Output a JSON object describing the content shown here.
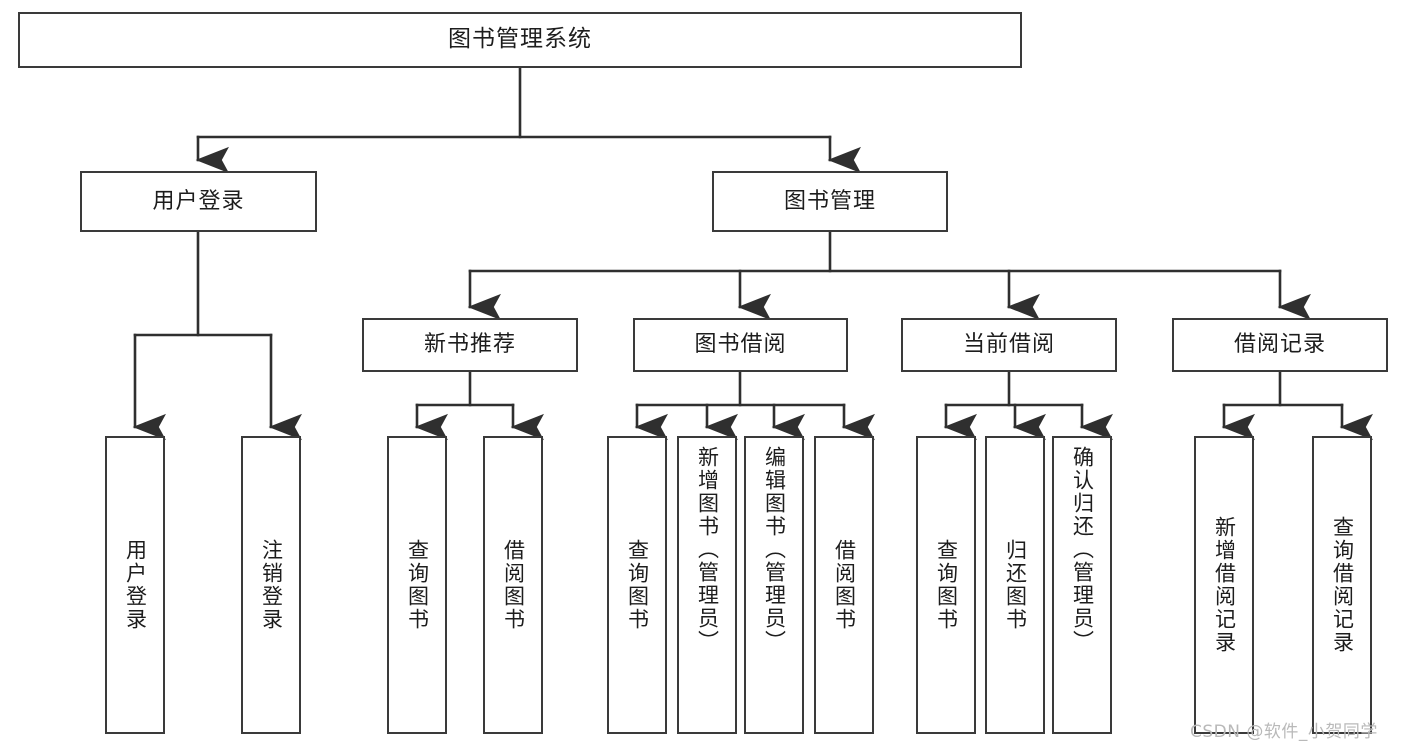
{
  "diagram": {
    "title": "图书管理系统",
    "type": "tree",
    "watermark": "CSDN @软件_小贺同学",
    "colors": {
      "box_border": "#3a3a3a",
      "box_fill": "#ffffff",
      "edge": "#2f2f2f",
      "text": "#1d1d1d",
      "watermark": "#b9b9b9",
      "background": "#ffffff"
    },
    "nodes": {
      "root": {
        "label": "图书管理系统"
      },
      "level2": [
        {
          "id": "user-login",
          "label": "用户登录"
        },
        {
          "id": "book-manage",
          "label": "图书管理"
        }
      ],
      "level3": [
        {
          "id": "new-book-recommend",
          "label": "新书推荐"
        },
        {
          "id": "book-borrow",
          "label": "图书借阅"
        },
        {
          "id": "current-borrow",
          "label": "当前借阅"
        },
        {
          "id": "borrow-record",
          "label": "借阅记录"
        }
      ],
      "leaves": {
        "user-login": [
          {
            "id": "leaf-user-login",
            "label": "用户登录"
          },
          {
            "id": "leaf-logout-login",
            "label": "注销登录"
          }
        ],
        "new-book-recommend": [
          {
            "id": "leaf-query-book-1",
            "label": "查询图书"
          },
          {
            "id": "leaf-borrow-book-1",
            "label": "借阅图书"
          }
        ],
        "book-borrow": [
          {
            "id": "leaf-query-book-2",
            "label": "查询图书"
          },
          {
            "id": "leaf-add-book",
            "label": "新增图书（管理员）"
          },
          {
            "id": "leaf-edit-book",
            "label": "编辑图书（管理员）"
          },
          {
            "id": "leaf-borrow-book-2",
            "label": "借阅图书"
          }
        ],
        "current-borrow": [
          {
            "id": "leaf-query-book-3",
            "label": "查询图书"
          },
          {
            "id": "leaf-return-book",
            "label": "归还图书"
          },
          {
            "id": "leaf-confirm-return",
            "label": "确认归还（管理员）"
          }
        ],
        "borrow-record": [
          {
            "id": "leaf-add-record",
            "label": "新增借阅记录"
          },
          {
            "id": "leaf-query-record",
            "label": "查询借阅记录"
          }
        ]
      }
    }
  }
}
